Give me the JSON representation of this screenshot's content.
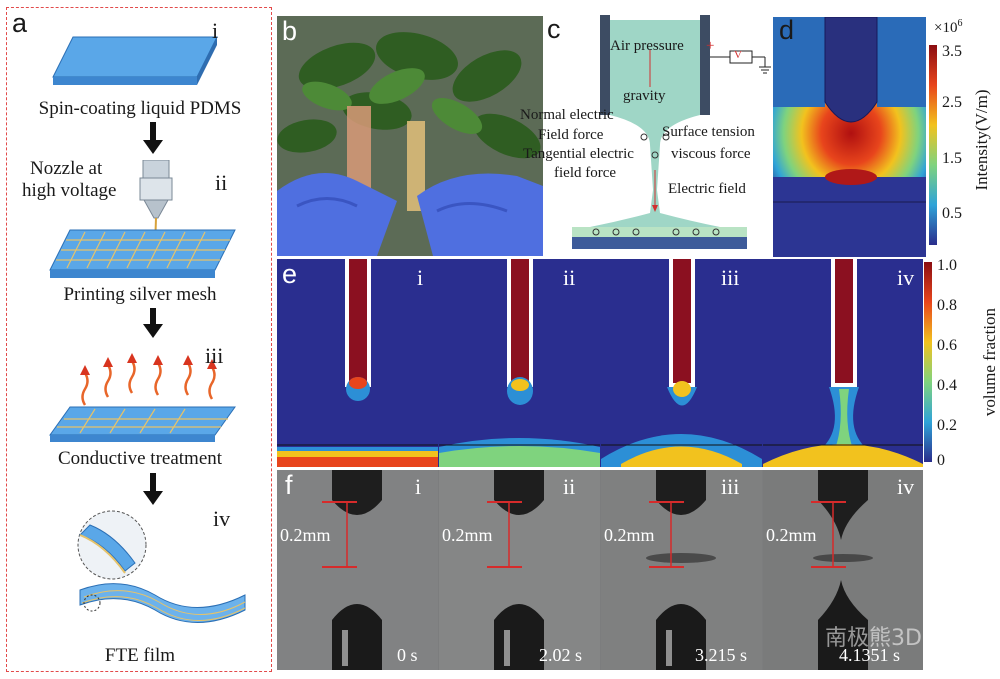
{
  "panel_a": {
    "label": "a",
    "steps": [
      {
        "roman": "i",
        "caption": "Spin-coating liquid PDMS"
      },
      {
        "roman": "ii",
        "caption": "Printing silver mesh"
      },
      {
        "roman": "iii",
        "caption": "Conductive treatment"
      },
      {
        "roman": "iv",
        "caption": "FTE film"
      }
    ],
    "nozzle_text_1": "Nozzle at",
    "nozzle_text_2": "high voltage"
  },
  "panel_b": {
    "label": "b"
  },
  "panel_c": {
    "label": "c",
    "air_pressure": "Air pressure",
    "gravity": "gravity",
    "voltage_symbol": "V",
    "plus": "+",
    "normal_force_1": "Normal electric",
    "normal_force_2": "Field force",
    "tangential_1": "Tangential electric",
    "tangential_2": "field force",
    "surface_tension": "Surface tension",
    "viscous": "viscous force",
    "electric_field": "Electric field"
  },
  "panel_d": {
    "label": "d",
    "colorbar_exponent": "×10",
    "colorbar_exponent_power": "6",
    "colorbar_ticks": [
      "3.5",
      "2.5",
      "1.5",
      "0.5"
    ],
    "colorbar_label": "Intensity(V/m)"
  },
  "panel_e": {
    "label": "e",
    "romans": [
      "i",
      "ii",
      "iii",
      "iv"
    ],
    "colorbar_ticks": [
      "1.0",
      "0.8",
      "0.6",
      "0.4",
      "0.2",
      "0"
    ],
    "colorbar_label": "volume fraction"
  },
  "panel_f": {
    "label": "f",
    "romans": [
      "i",
      "ii",
      "iii",
      "iv"
    ],
    "scale": "0.2mm",
    "times": [
      "0 s",
      "2.02 s",
      "3.215 s",
      "4.1351 s"
    ],
    "watermark": "南极熊3D"
  }
}
